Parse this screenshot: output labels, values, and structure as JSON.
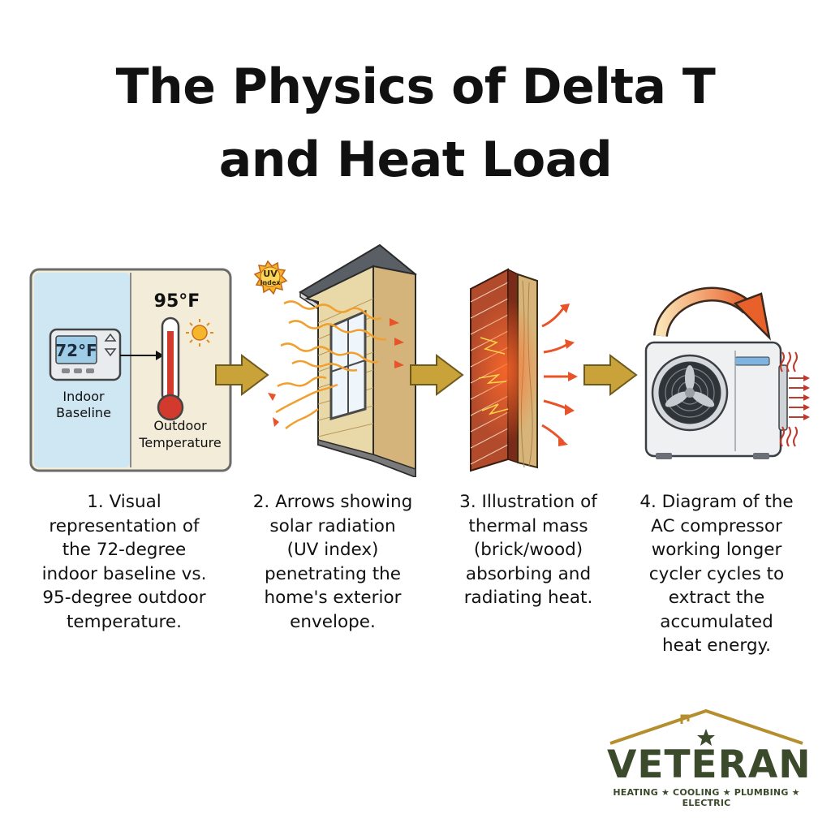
{
  "title": {
    "line1": "The Physics of Delta T",
    "line2": "and Heat Load"
  },
  "panel1": {
    "thermostat_reading": "72°F",
    "indoor_label_1": "Indoor",
    "indoor_label_2": "Baseline",
    "outdoor_reading": "95°F",
    "outdoor_label_1": "Outdoor",
    "outdoor_label_2": "Temperature"
  },
  "panel2": {
    "uv_line1": "UV",
    "uv_line2": "Index"
  },
  "captions": [
    {
      "lines": [
        "1. Visual",
        "representation of",
        "the 72-degree",
        "indoor baseline vs.",
        "95-degree outdoor",
        "temperature."
      ]
    },
    {
      "lines": [
        "2. Arrows showing",
        "solar radiation",
        "(UV index)",
        "penetrating the",
        "home's exterior",
        "envelope."
      ]
    },
    {
      "lines": [
        "3. Illustration of",
        "thermal mass",
        "(brick/wood)",
        "absorbing and",
        "radiating heat."
      ]
    },
    {
      "lines": [
        "4. Diagram of the",
        "AC compressor",
        "working longer",
        "cycler cycles to",
        "extract the",
        "accumulated",
        "heat energy."
      ]
    }
  ],
  "logo": {
    "word": "VETERAN",
    "tagline": "HEATING ★ COOLING ★ PLUMBING ★ ELECTRIC"
  },
  "colors": {
    "arrow": "#c9a33a",
    "heat": "#e8532a",
    "logo_green": "#3b4a2b",
    "logo_gold": "#b58f2e"
  }
}
